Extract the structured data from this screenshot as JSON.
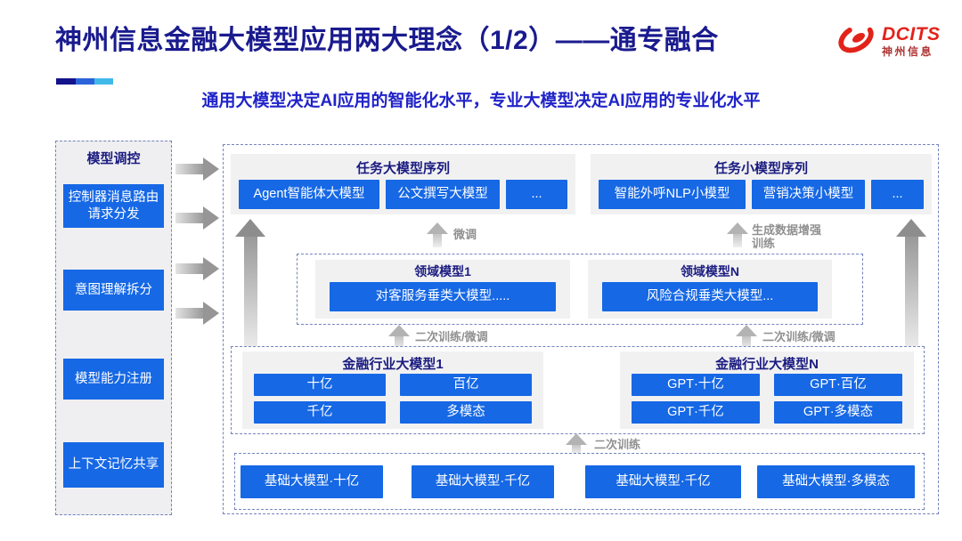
{
  "header": {
    "title": "神州信息金融大模型应用两大理念（1/2）——通专融合",
    "subtitle": "通用大模型决定AI应用的智能化水平，专业大模型决定AI应用的专业化水平",
    "logo": {
      "brand": "DCITS",
      "brand_cn": "神州信息"
    }
  },
  "colors": {
    "accent_blue": "#1668e5",
    "title_navy": "#1a1b8e",
    "subtitle_blue": "#2023c8",
    "logo_red": "#e2231a",
    "panel_gray": "#f1f1f2",
    "dashed_border": "#7583bd",
    "arrow_gray": "#9a9a9a"
  },
  "sidebar": {
    "title": "模型调控",
    "items": [
      {
        "label": "控制器消息路由请求分发"
      },
      {
        "label": "意图理解拆分"
      },
      {
        "label": "模型能力注册"
      },
      {
        "label": "上下文记忆共享"
      }
    ]
  },
  "main": {
    "task_large": {
      "title": "任务大模型序列",
      "items": [
        "Agent智能体大模型",
        "公文撰写大模型",
        "..."
      ]
    },
    "task_small": {
      "title": "任务小模型序列",
      "items": [
        "智能外呼NLP小模型",
        "营销决策小模型",
        "..."
      ]
    },
    "domain": {
      "groups": [
        {
          "title": "领域模型1",
          "item": "对客服务垂类大模型....."
        },
        {
          "title": "领域模型N",
          "item": "风险合规垂类大模型..."
        }
      ]
    },
    "industry": {
      "groups": [
        {
          "title": "金融行业大模型1",
          "items": [
            "十亿",
            "百亿",
            "千亿",
            "多模态"
          ]
        },
        {
          "title": "金融行业大模型N",
          "items": [
            "GPT·十亿",
            "GPT·百亿",
            "GPT·千亿",
            "GPT·多模态"
          ]
        }
      ]
    },
    "foundation": {
      "items": [
        "基础大模型·十亿",
        "基础大模型·千亿",
        "基础大模型·千亿",
        "基础大模型·多模态"
      ]
    },
    "arrows": {
      "finetune": "微调",
      "gen_data": "生成数据增强\n训练",
      "secondary_ft_left": "二次训练/微调",
      "secondary_ft_right": "二次训练/微调",
      "secondary_training": "二次训练"
    }
  }
}
